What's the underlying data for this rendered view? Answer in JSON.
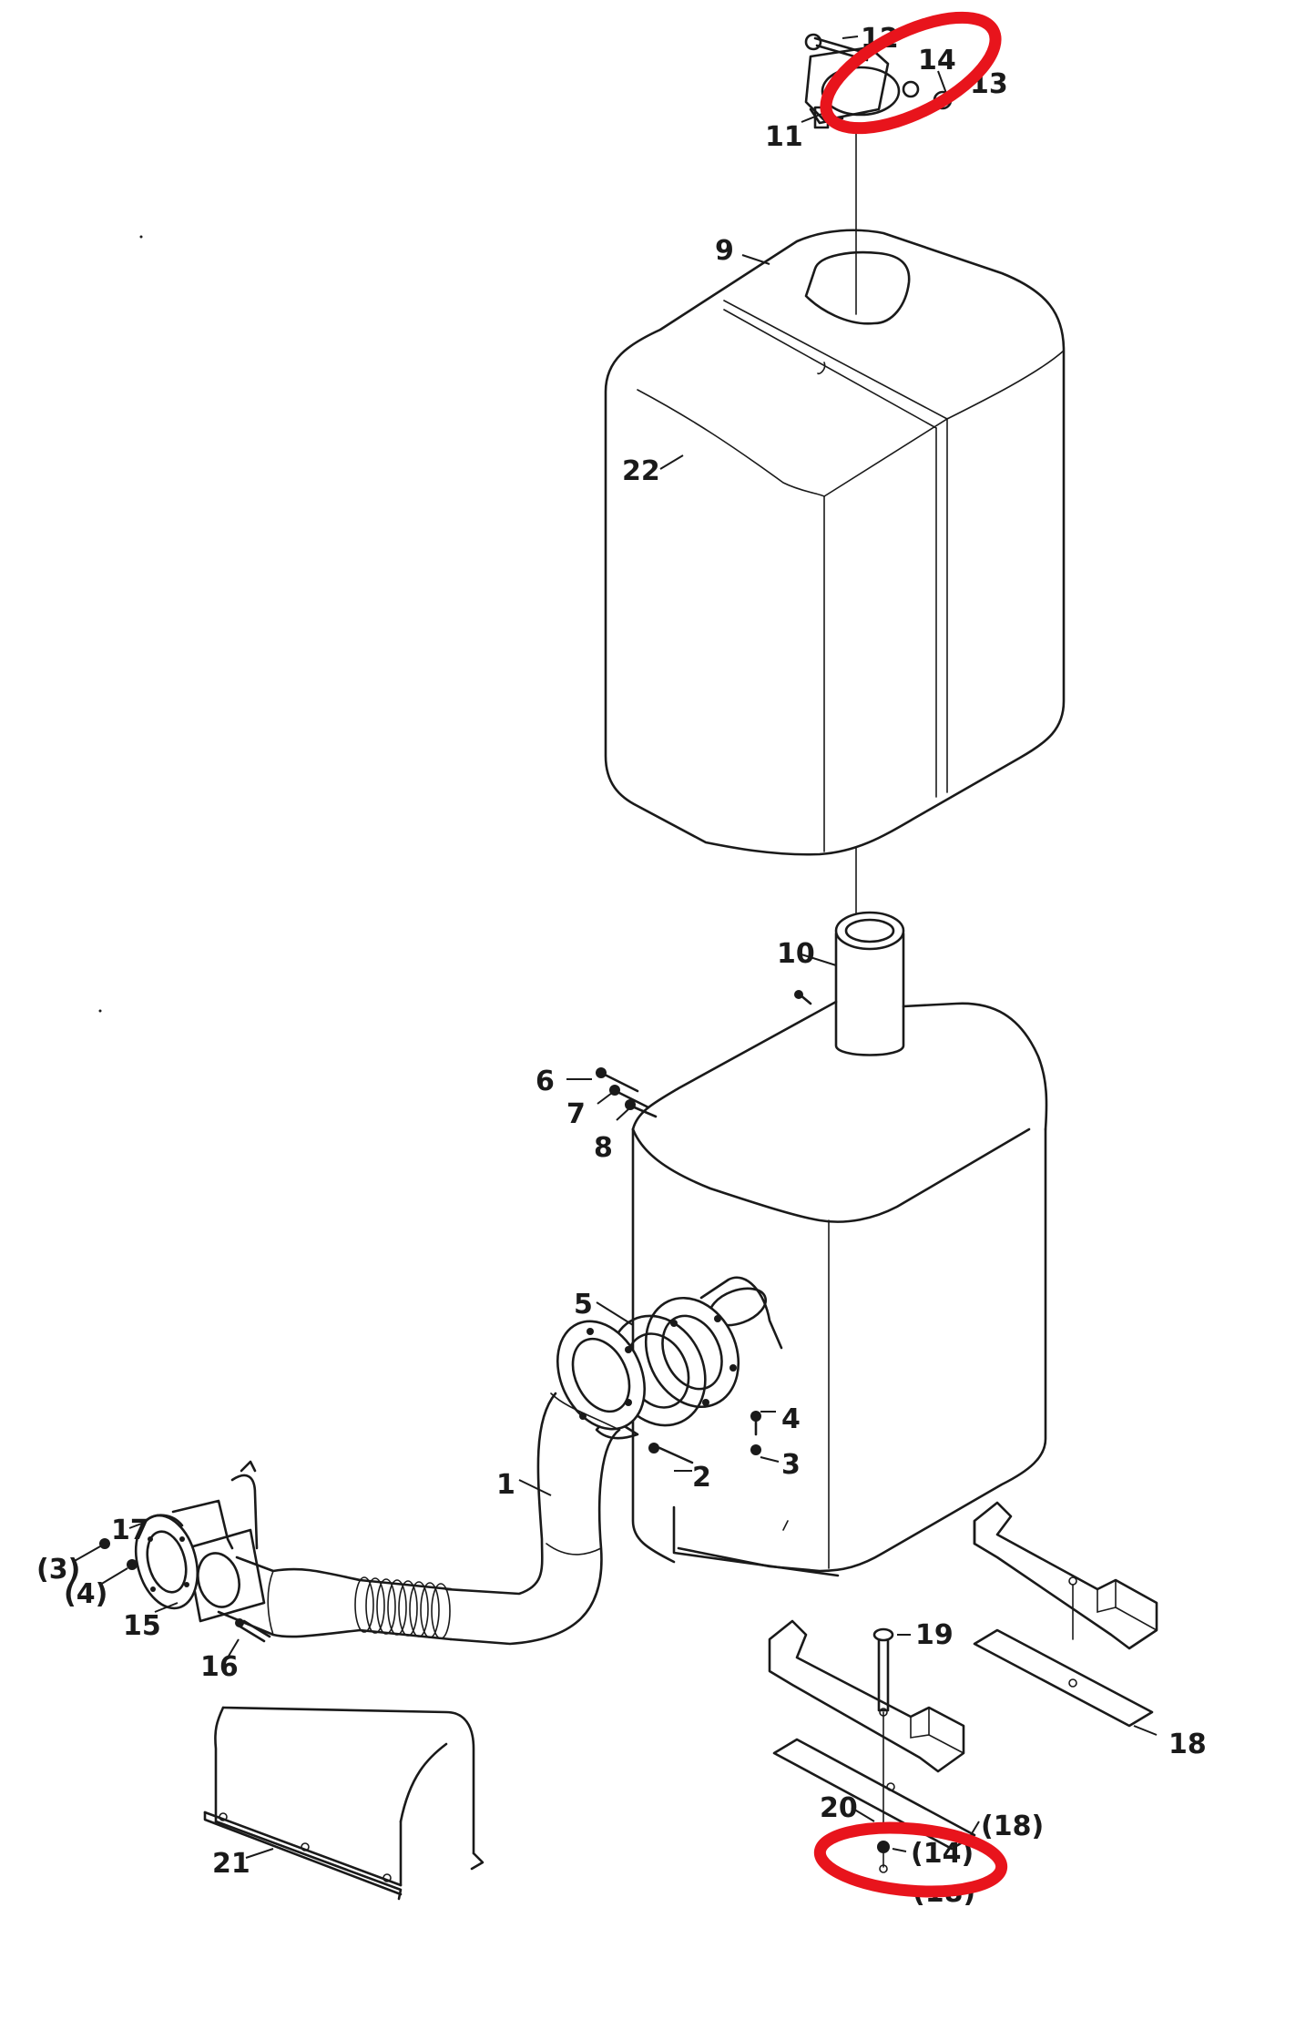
{
  "diagram": {
    "callouts": {
      "c1": "1",
      "c2": "2",
      "c3": "3",
      "c4": "4",
      "c5": "5",
      "c6": "6",
      "c7": "7",
      "c8": "8",
      "c9": "9",
      "c10": "10",
      "c11": "11",
      "c12": "12",
      "c13": "13",
      "c14": "14",
      "c15": "15",
      "c16": "16",
      "c17": "17",
      "c18": "18",
      "c19": "19",
      "c20": "20",
      "c21": "21",
      "c22": "22",
      "c3ref": "(3)",
      "c4ref": "(4)",
      "c14ref": "(14)",
      "c18ref": "(18)",
      "c18ref2": "(18)"
    },
    "highlight_color": "#e8141c",
    "line_color": "#1a1a1a"
  }
}
